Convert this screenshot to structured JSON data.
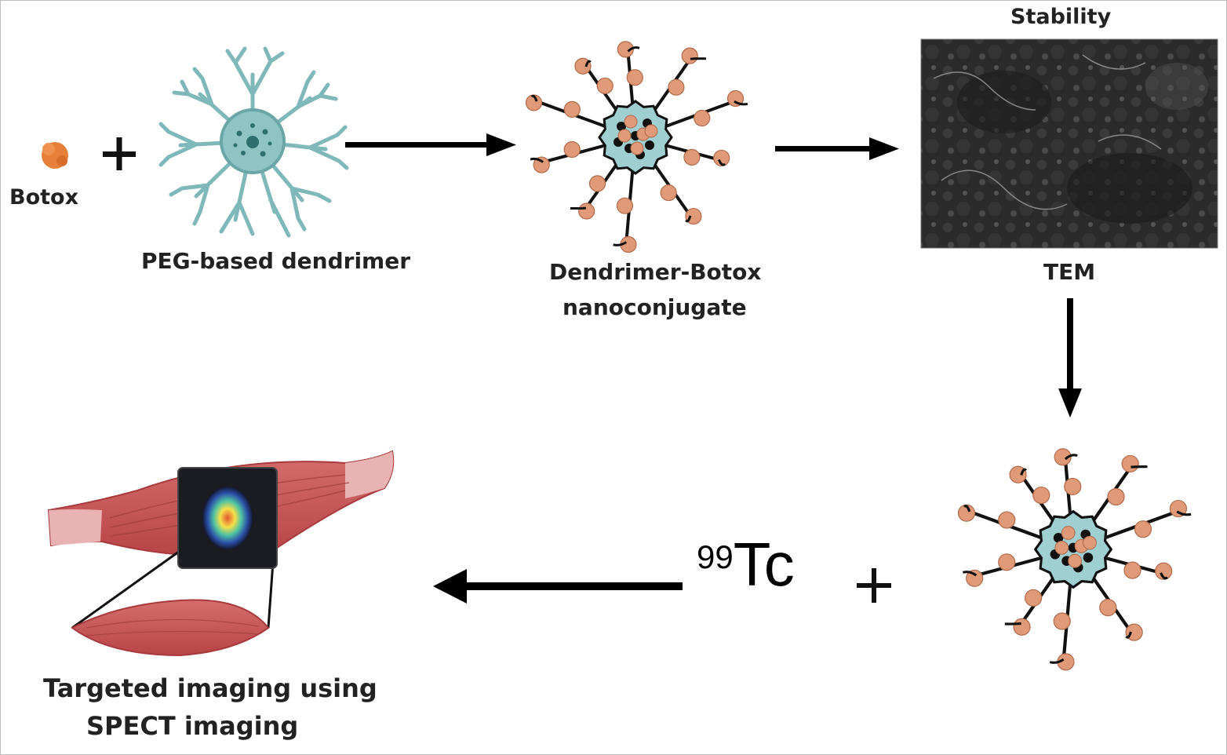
{
  "labels": {
    "botox": "Botox",
    "plus_symbol": "+",
    "dendrimer": "PEG-based dendrimer",
    "conjugate_line1": "Dendrimer-Botox",
    "conjugate_line2": "nanoconjugate",
    "stability": "Stability",
    "tem": "TEM",
    "isotope_mass": "99",
    "isotope_symbol": "Tc",
    "imaging_line1": "Targeted imaging using",
    "imaging_line2": "SPECT imaging"
  },
  "colors": {
    "botox_orange": "#e8803a",
    "bead_fill": "#e09a78",
    "core_teal": "#9fcfd1",
    "dendrimer_teal": "#7fb8b8",
    "muscle_red": "#c8575a",
    "tendon_pink": "#eab3b3",
    "arrow": "#000000"
  }
}
